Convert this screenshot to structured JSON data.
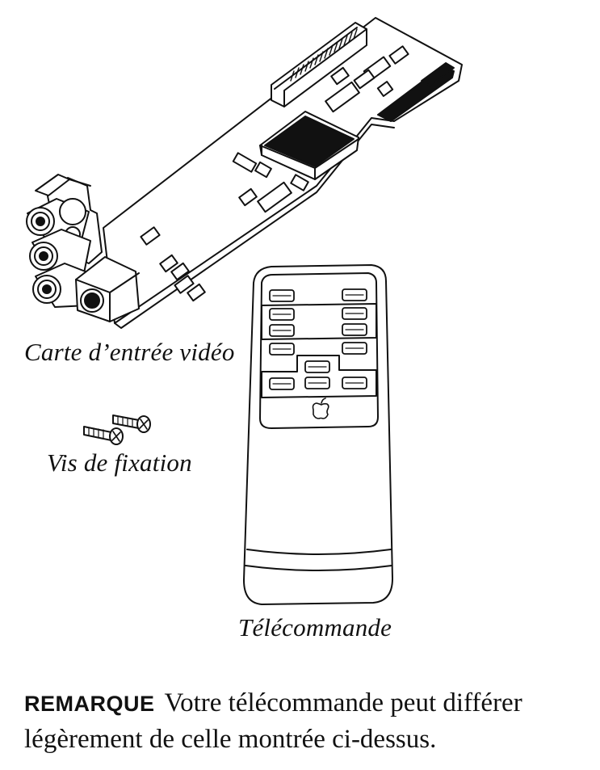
{
  "captions": {
    "card": "Carte d’entrée vidéo",
    "screws": "Vis de fixation",
    "remote": "Télécommande"
  },
  "note": {
    "label": "REMARQUE",
    "line1": "Votre télécommande peut différer",
    "line2": "légèrement de celle montrée ci-dessus."
  },
  "illustrations": {
    "card": "video-input-card-drawing",
    "screws": "mounting-screws-drawing",
    "remote": "remote-control-drawing",
    "logo": "apple-logo-icon"
  }
}
